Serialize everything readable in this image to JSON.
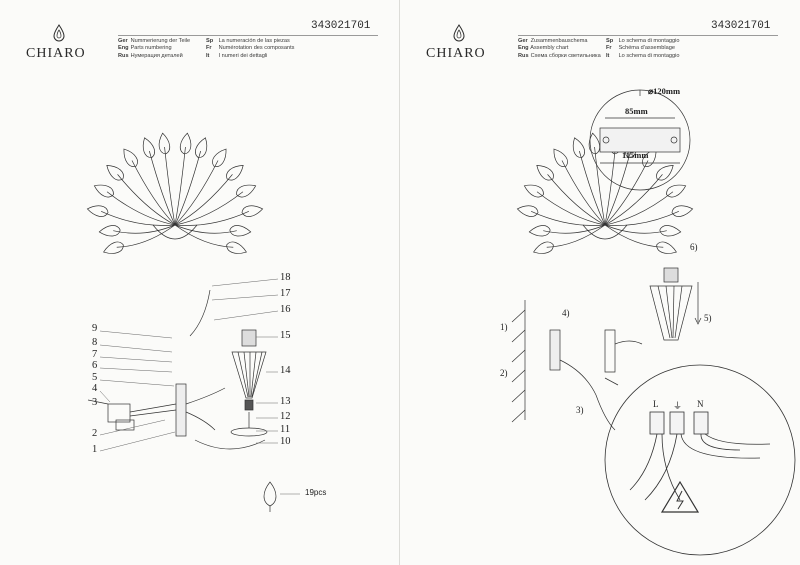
{
  "brand": "CHIARO",
  "article_code": "343021701",
  "left_page": {
    "header": {
      "col1": [
        {
          "code": "Ger",
          "text": "Nummerierung der Teile"
        },
        {
          "code": "Eng",
          "text": "Parts numbering"
        },
        {
          "code": "Rus",
          "text": "Нумерация деталей"
        }
      ],
      "col2": [
        {
          "code": "Sp",
          "text": "La numeración de las piezas"
        },
        {
          "code": "Fr",
          "text": "Numérotation des composants"
        },
        {
          "code": "It",
          "text": "I numeri dei dettagli"
        }
      ]
    },
    "part_numbers": [
      "1",
      "2",
      "3",
      "4",
      "5",
      "6",
      "7",
      "8",
      "9",
      "10",
      "11",
      "12",
      "13",
      "14",
      "15",
      "16",
      "17",
      "18"
    ],
    "spare_qty": "19pcs"
  },
  "right_page": {
    "header": {
      "col1": [
        {
          "code": "Ger",
          "text": "Zusammenbauschema"
        },
        {
          "code": "Eng",
          "text": "Assembly chart"
        },
        {
          "code": "Rus",
          "text": "Схема сборки светильника"
        }
      ],
      "col2": [
        {
          "code": "Sp",
          "text": "Lo schema di montaggio"
        },
        {
          "code": "Fr",
          "text": "Schéma d'assemblage"
        },
        {
          "code": "It",
          "text": "Lo schema di montaggio"
        }
      ]
    },
    "dimensions": {
      "diameter": "⌀120mm",
      "inner": "85mm",
      "outer": "115mm"
    },
    "steps": [
      "1)",
      "2)",
      "3)",
      "4)",
      "5)",
      "6)"
    ],
    "terminals": [
      "L",
      "⏚",
      "N"
    ]
  },
  "colors": {
    "ink": "#2a2a2a",
    "paper": "#fbfbf9"
  }
}
